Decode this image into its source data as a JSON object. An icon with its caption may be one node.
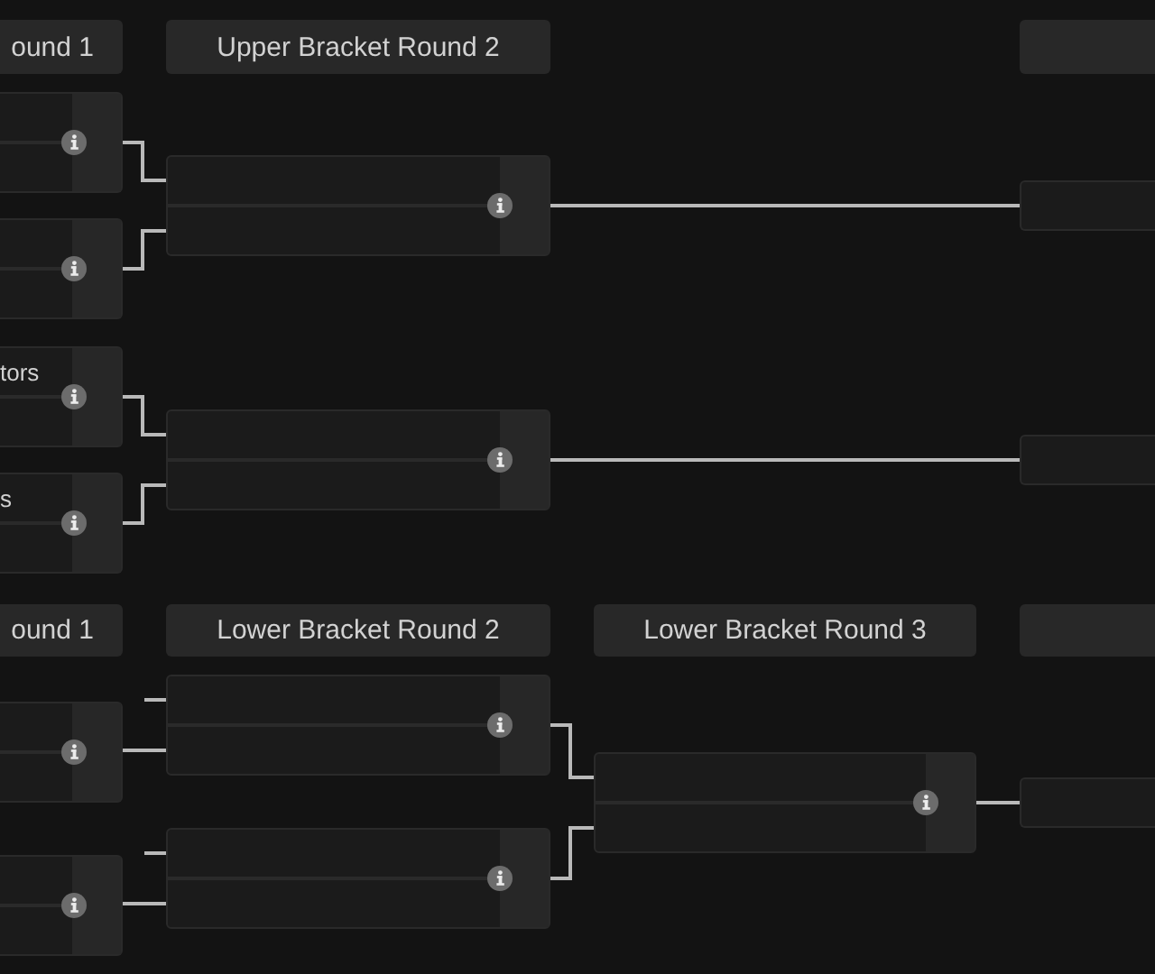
{
  "diagram": {
    "nodes": [
      {
        "text": [
          "ound 1"
        ]
      },
      {
        "text": [
          "Upper Bracket Round 2"
        ]
      },
      {
        "text": [],
        "shape": "box"
      },
      {
        "text": [],
        "shape": "box"
      },
      {
        "text": [],
        "shape": "box"
      },
      {
        "text": [
          "tors"
        ]
      },
      {
        "text": [
          "s"
        ]
      },
      {
        "text": [],
        "shape": "box"
      },
      {
        "text": [],
        "shape": "box"
      },
      {
        "text": [],
        "shape": "box"
      },
      {
        "text": [],
        "shape": "box"
      },
      {
        "text": [
          "ound 1"
        ]
      },
      {
        "text": [
          "Lower Bracket Round 2"
        ]
      },
      {
        "text": [
          "Lower Bracket Round 3"
        ]
      },
      {
        "text": [],
        "shape": "box"
      },
      {
        "text": [],
        "shape": "box"
      },
      {
        "text": [],
        "shape": "box"
      },
      {
        "text": [],
        "shape": "box"
      },
      {
        "text": [],
        "shape": "box"
      },
      {
        "text": [],
        "shape": "box"
      },
      {
        "text": [],
        "shape": "box"
      }
    ],
    "edges": [
      {
        "from": 3,
        "to": 7,
        "arrow": "none"
      },
      {
        "from": 4,
        "to": 7,
        "arrow": "none"
      },
      {
        "from": 5,
        "to": 8,
        "arrow": "none"
      },
      {
        "from": 6,
        "to": 8,
        "arrow": "none"
      },
      {
        "from": 7,
        "to": 9,
        "arrow": "none"
      },
      {
        "from": 8,
        "to": 10,
        "arrow": "none"
      },
      {
        "from": null,
        "to": 17,
        "arrow": "none"
      },
      {
        "from": 15,
        "to": 17,
        "arrow": "none"
      },
      {
        "from": null,
        "to": 18,
        "arrow": "none"
      },
      {
        "from": 16,
        "to": 18,
        "arrow": "none"
      },
      {
        "from": 17,
        "to": 19,
        "arrow": "none"
      },
      {
        "from": 18,
        "to": 19,
        "arrow": "none"
      },
      {
        "from": 19,
        "to": 20,
        "arrow": "none"
      }
    ]
  }
}
